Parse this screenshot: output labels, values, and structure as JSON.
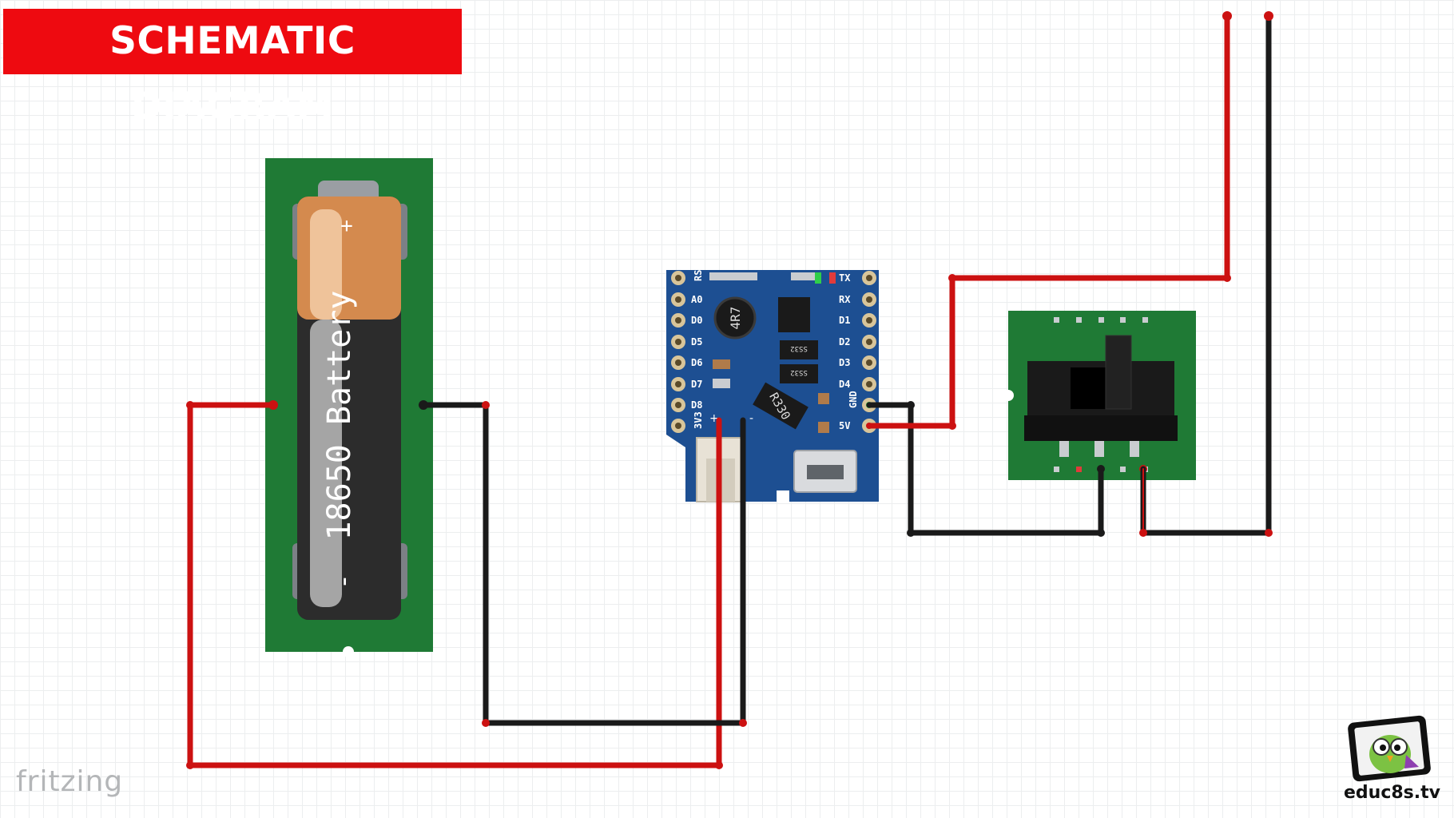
{
  "title": "SCHEMATIC DIAGRAM",
  "battery": {
    "label": "18650 Battery",
    "plus_sign": "+",
    "minus_sign": "-"
  },
  "charger_module": {
    "left_pins": [
      "RST",
      "A0",
      "D0",
      "D5",
      "D6",
      "D7",
      "D8",
      "3V3"
    ],
    "right_pins": [
      "TX",
      "RX",
      "D1",
      "D2",
      "D3",
      "D4",
      "GND",
      "5V"
    ],
    "inductor_label": "4R7",
    "resistor_label": "R330",
    "diode_label_1": "SS32",
    "diode_label_2": "SS32",
    "plus_sign": "+",
    "minus_sign": "-"
  },
  "watermarks": {
    "fritzing": "fritzing",
    "educ8s": "educ8s.tv"
  },
  "colors": {
    "wire_positive": "#cc1111",
    "wire_negative": "#1a1a1a",
    "pcb_green": "#1f7a35",
    "module_blue": "#1d4f92",
    "title_red": "#ee0a10"
  }
}
